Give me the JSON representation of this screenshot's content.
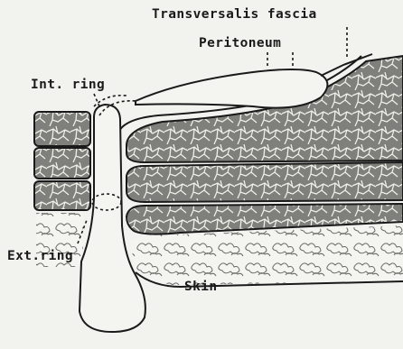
{
  "labels": {
    "transversalis_fascia": "Transversalis fascia",
    "peritoneum": "Peritoneum",
    "int_ring": "Int. ring",
    "ext_ring": "Ext.ring",
    "skin": "Skin"
  }
}
